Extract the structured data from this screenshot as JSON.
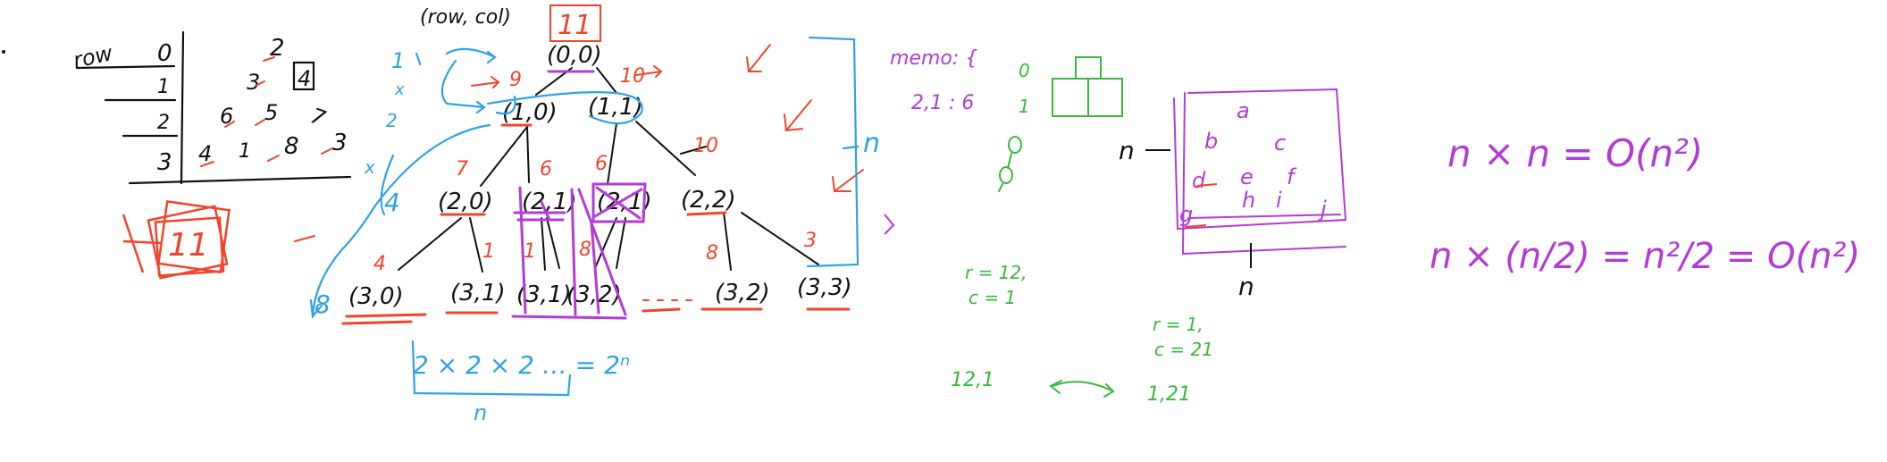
{
  "colors": {
    "ink_black": "#111111",
    "ink_red": "#f0452c",
    "ink_blue": "#2fa3e6",
    "ink_purple": "#b23cd6",
    "ink_green": "#3bb83b"
  },
  "triangle": {
    "row_header": "row",
    "row_indices": [
      "0",
      "1",
      "2",
      "3"
    ],
    "rows": [
      [
        "2"
      ],
      [
        "3",
        "4"
      ],
      [
        "6",
        "5",
        "7"
      ],
      [
        "4",
        "1",
        "8",
        "3"
      ]
    ],
    "answer": "11"
  },
  "recursion_tree": {
    "signature": "(row, col)",
    "root_result": "11",
    "level_labels": [
      "1",
      "x",
      "2",
      "x",
      "4",
      "8"
    ],
    "nodes": [
      {
        "label": "(0,0)",
        "value": ""
      },
      {
        "label": "(1,0)",
        "value": "9"
      },
      {
        "label": "(1,1)",
        "value": "10"
      },
      {
        "label": "(2,0)",
        "value": "7"
      },
      {
        "label": "(2,1)",
        "value": "6"
      },
      {
        "label": "(2,1)",
        "value": "6"
      },
      {
        "label": "(2,2)",
        "value": "10"
      },
      {
        "label": "(3,0)",
        "value": "4"
      },
      {
        "label": "(3,1)",
        "value": "1"
      },
      {
        "label": "(3,1)",
        "value": "1"
      },
      {
        "label": "(3,2)",
        "value": "8"
      },
      {
        "label": "(3,2)",
        "value": "8"
      },
      {
        "label": "(3,3)",
        "value": "3"
      }
    ],
    "height_label": "n",
    "growth_expr": "2 × 2 × 2 … = 2ⁿ",
    "growth_brace_label": "n"
  },
  "memo": {
    "title": "memo: {",
    "entry": "2,1 : 6",
    "markers": [
      "0",
      "1"
    ],
    "r_c_1": [
      "r = 12,",
      "c = 1"
    ],
    "key_1": "12,1",
    "r_c_2": [
      "r = 1,",
      "c = 21"
    ],
    "key_2": "1,21"
  },
  "grid": {
    "top_label": "a",
    "cells": [
      "b",
      "c",
      "d",
      "e",
      "f",
      "g",
      "h",
      "i",
      "j"
    ],
    "side_label": "n",
    "bottom_label": "n"
  },
  "complexity": {
    "line1": "n × n = O(n²)",
    "line2": "n × (n/2) = n²/2 = O(n²)"
  }
}
